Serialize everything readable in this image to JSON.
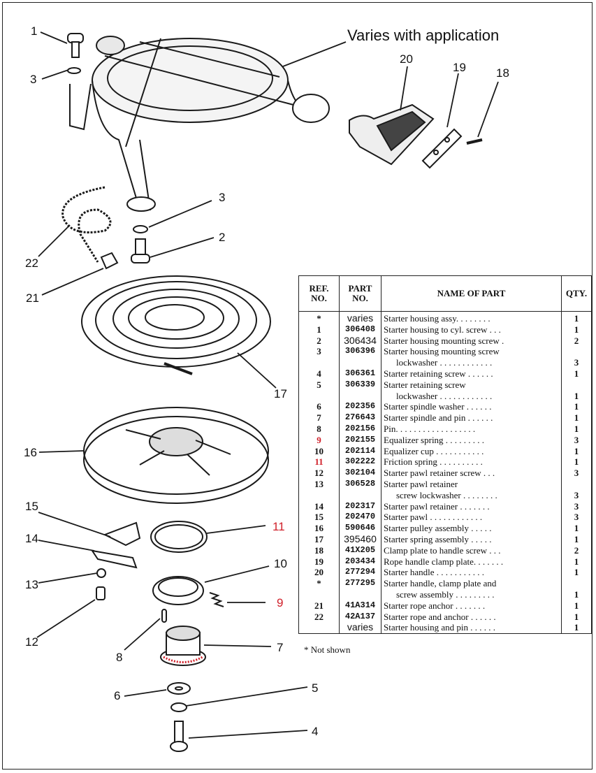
{
  "diagram": {
    "note": "Varies with application",
    "callouts": [
      "1",
      "3",
      "20",
      "19",
      "18",
      "3",
      "2",
      "22",
      "21",
      "17",
      "16",
      "15",
      "14",
      "11",
      "10",
      "13",
      "9",
      "12",
      "8",
      "7",
      "6",
      "5",
      "4"
    ],
    "callout_colors": {
      "default": "#111111",
      "highlight": "#d0202a"
    }
  },
  "table": {
    "headers": {
      "ref_line1": "REF.",
      "ref_line2": "NO.",
      "part_line1": "PART",
      "part_line2": "NO.",
      "name": "NAME OF PART",
      "qty": "QTY."
    },
    "rows": [
      {
        "ref": "*",
        "part": "varies",
        "name": "Starter housing assy. . . . . . . .",
        "name2": "",
        "qty": "1",
        "qty2": ""
      },
      {
        "ref": "1",
        "part": "306408",
        "name": "Starter housing to cyl. screw . . .",
        "name2": "",
        "qty": "1",
        "qty2": ""
      },
      {
        "ref": "2",
        "part": "306434",
        "name": "Starter housing mounting screw  .",
        "name2": "",
        "qty": "2",
        "qty2": ""
      },
      {
        "ref": "3",
        "part": "306396",
        "name": "Starter housing mounting screw",
        "name2": "lockwasher . . . . . . . . . . . .",
        "qty": "",
        "qty2": "3"
      },
      {
        "ref": "4",
        "part": "306361",
        "name": "Starter retaining screw . . . . . .",
        "name2": "",
        "qty": "1",
        "qty2": ""
      },
      {
        "ref": "5",
        "part": "306339",
        "name": "Starter retaining screw",
        "name2": "lockwasher . . . . . . . . . . . .",
        "qty": "",
        "qty2": "1"
      },
      {
        "ref": "6",
        "part": "202356",
        "name": "Starter spindle washer  . . . . . .",
        "name2": "",
        "qty": "1",
        "qty2": ""
      },
      {
        "ref": "7",
        "part": "276643",
        "name": "Starter spindle and pin  . . . . . .",
        "name2": "",
        "qty": "1",
        "qty2": ""
      },
      {
        "ref": "8",
        "part": "202156",
        "name": "Pin. . . . . . . . . . . . . . . . . .",
        "name2": "",
        "qty": "1",
        "qty2": ""
      },
      {
        "ref": "9",
        "part": "202155",
        "name": "Equalizer spring  . . . . . . . . .",
        "name2": "",
        "qty": "3",
        "qty2": ""
      },
      {
        "ref": "10",
        "part": "202114",
        "name": "Equalizer cup  . . . . . . . . . . .",
        "name2": "",
        "qty": "1",
        "qty2": ""
      },
      {
        "ref": "11",
        "part": "302222",
        "name": "Friction spring  . . . . . . . . . .",
        "name2": "",
        "qty": "1",
        "qty2": ""
      },
      {
        "ref": "12",
        "part": "302104",
        "name": "Starter  pawl retainer screw . . .",
        "name2": "",
        "qty": "3",
        "qty2": ""
      },
      {
        "ref": "13",
        "part": "306528",
        "name": "Starter pawl retainer",
        "name2": "screw lockwasher . . . . . . . .",
        "qty": "",
        "qty2": "3"
      },
      {
        "ref": "14",
        "part": "202317",
        "name": "Starter pawl retainer . . . . . . .",
        "name2": "",
        "qty": "3",
        "qty2": ""
      },
      {
        "ref": "15",
        "part": "202470",
        "name": "Starter pawl . . . . . . . . . . . .",
        "name2": "",
        "qty": "3",
        "qty2": ""
      },
      {
        "ref": "16",
        "part": "590646",
        "name": "Starter pulley assembly  . . . . .",
        "name2": "",
        "qty": "1",
        "qty2": ""
      },
      {
        "ref": "17",
        "part": "395460",
        "name": "Starter spring assembly  . . . . .",
        "name2": "",
        "qty": "1",
        "qty2": ""
      },
      {
        "ref": "18",
        "part": "41X205",
        "name": "Clamp plate to handle screw  . . .",
        "name2": "",
        "qty": "2",
        "qty2": ""
      },
      {
        "ref": "19",
        "part": "203434",
        "name": "Rope handle clamp plate. . . . . . .",
        "name2": "",
        "qty": "1",
        "qty2": ""
      },
      {
        "ref": "20",
        "part": "277294",
        "name": "Starter handle . . . . . . . . . . .",
        "name2": "",
        "qty": "1",
        "qty2": ""
      },
      {
        "ref": "*",
        "part": "277295",
        "name": "Starter handle, clamp plate and",
        "name2": "screw assembly  . . . . . . . . .",
        "qty": "",
        "qty2": "1"
      },
      {
        "ref": "21",
        "part": "41A314",
        "name": "Starter rope anchor  . . . . . . .",
        "name2": "",
        "qty": "1",
        "qty2": ""
      },
      {
        "ref": "22",
        "part": "42A137",
        "name": "Starter rope and anchor . . . . . .",
        "name2": "",
        "qty": "1",
        "qty2": ""
      },
      {
        "ref": "",
        "part": "varies",
        "name": "Starter housing and pin  . . . . . .",
        "name2": "",
        "qty": "1",
        "qty2": ""
      }
    ],
    "footnote": "* Not shown"
  }
}
